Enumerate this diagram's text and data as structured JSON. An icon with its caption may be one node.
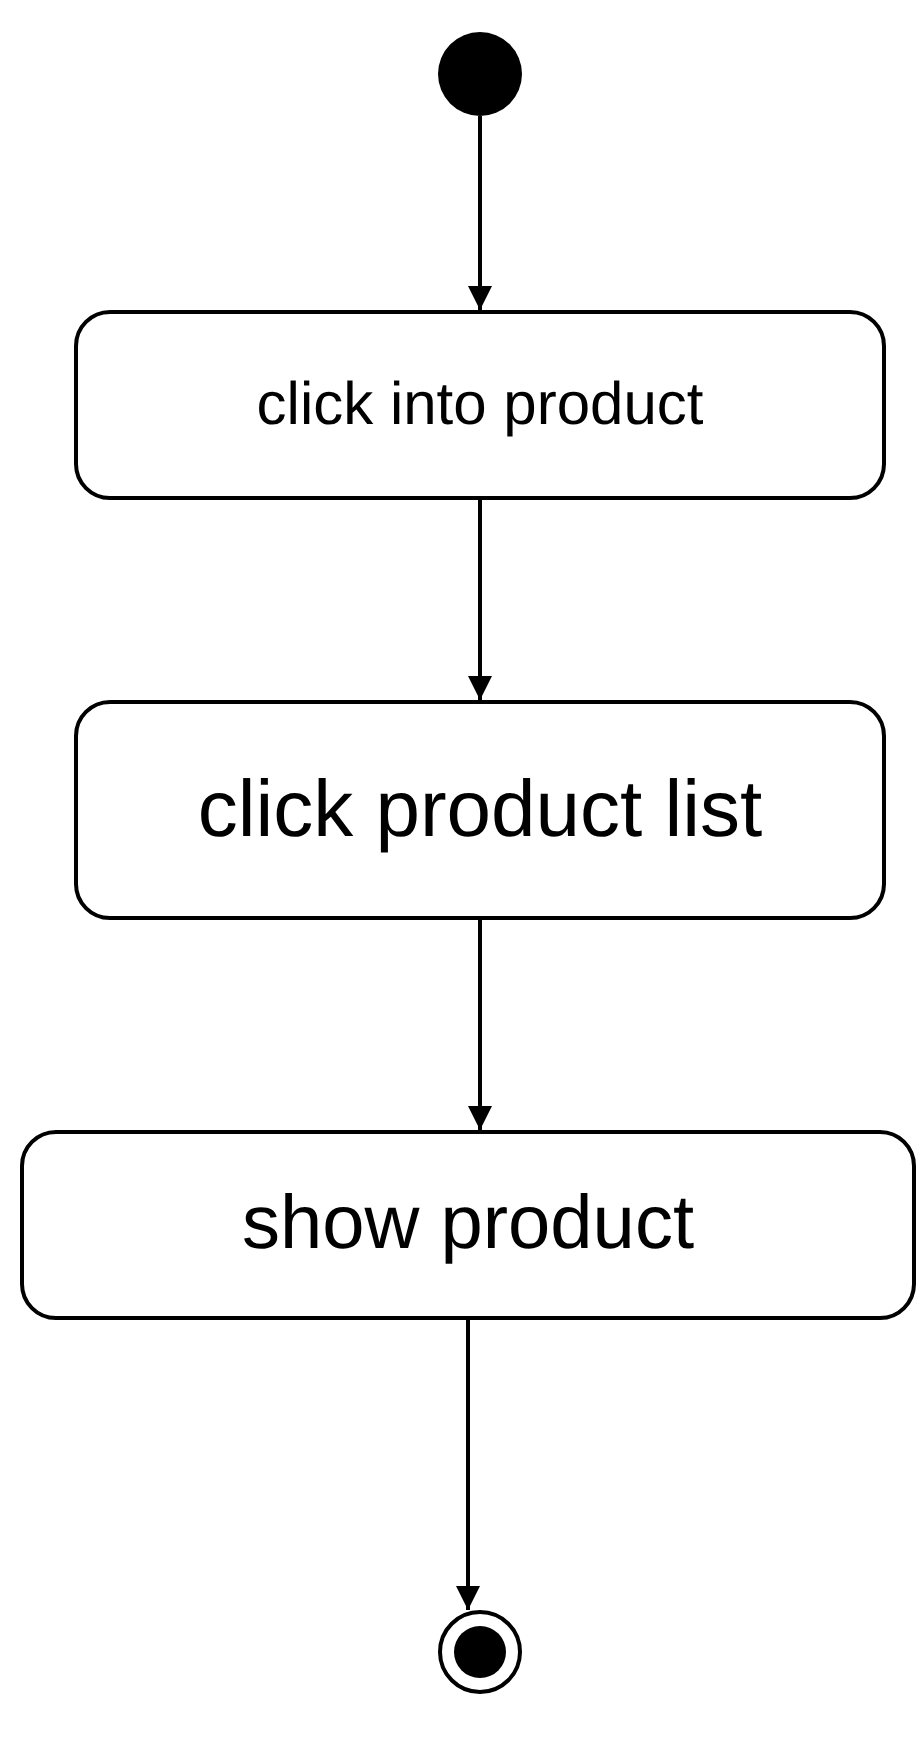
{
  "diagram": {
    "nodes": [
      {
        "text": [],
        "shape": "circle"
      },
      {
        "text": [
          "click into product"
        ]
      },
      {
        "text": [
          "click product list"
        ]
      },
      {
        "text": [
          "show product"
        ]
      },
      {
        "text": [],
        "shape": "circle"
      }
    ],
    "edges": [
      {
        "from": 0,
        "to": 1,
        "arrow": "to"
      },
      {
        "from": 1,
        "to": 2,
        "arrow": "to"
      },
      {
        "from": 2,
        "to": 3,
        "arrow": "to"
      },
      {
        "from": 3,
        "to": 4,
        "arrow": "to"
      }
    ]
  }
}
